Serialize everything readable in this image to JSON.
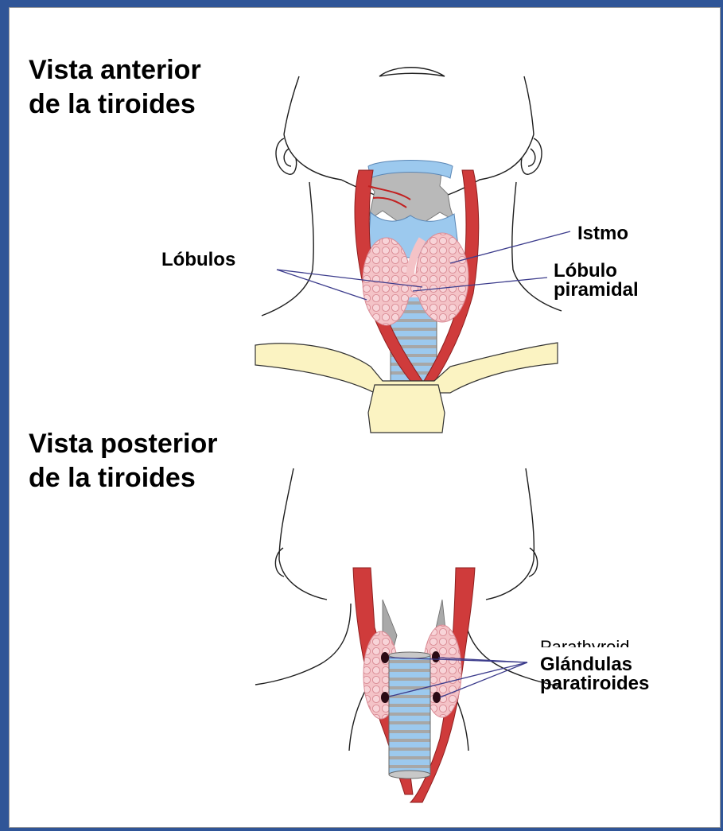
{
  "anterior": {
    "title_line1": "Vista anterior",
    "title_line2": "de la tiroides",
    "labels": {
      "lobes": "Lóbulos",
      "isthmus": "Istmo",
      "pyramidal_line1": "Lóbulo",
      "pyramidal_line2": "piramidal"
    }
  },
  "posterior": {
    "title_line1": "Vista posterior",
    "title_line2": "de la tiroides",
    "labels": {
      "glands_line1": "Glándulas",
      "glands_line2": "paratiroides",
      "ghost": "Parathyroid"
    }
  },
  "colors": {
    "frame": "#2f5597",
    "artery": "#cf3b3b",
    "artery_dark": "#b52424",
    "thyroid": "#f4c3c7",
    "cartilage": "#9cc9ee",
    "cartilage_gray": "#b9b9b9",
    "clavicle": "#fbf3c2",
    "leader_line": "#3c3c8c"
  }
}
